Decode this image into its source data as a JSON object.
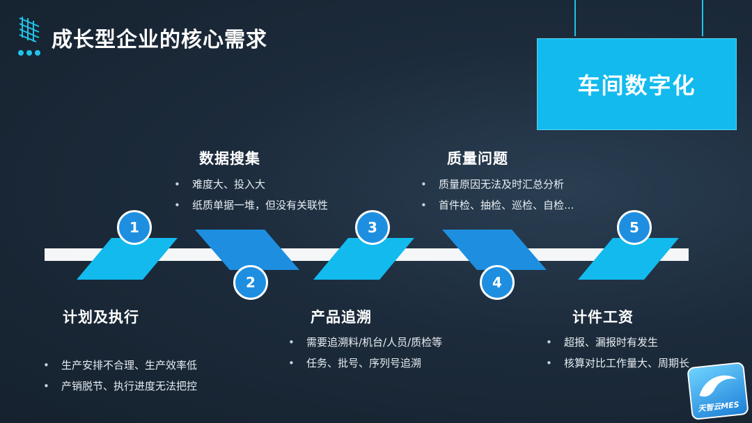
{
  "header": {
    "title": "成长型企业的核心需求"
  },
  "badge": {
    "label": "车间数字化"
  },
  "steps": [
    {
      "num": "1",
      "title": "计划及执行",
      "points": [
        "生产安排不合理、生产效率低",
        "产销脱节、执行进度无法把控"
      ]
    },
    {
      "num": "2",
      "title": "数据搜集",
      "points": [
        "难度大、投入大",
        "纸质单据一堆，但没有关联性"
      ]
    },
    {
      "num": "3",
      "title": "产品追溯",
      "points": [
        "需要追溯料/机台/人员/质检等",
        "任务、批号、序列号追溯"
      ]
    },
    {
      "num": "4",
      "title": "质量问题",
      "points": [
        "质量原因无法及时汇总分析",
        "首件检、抽检、巡检、自检..."
      ]
    },
    {
      "num": "5",
      "title": "计件工资",
      "points": [
        "超报、漏报时有发生",
        "核算对比工作量大、周期长"
      ]
    }
  ],
  "logo": {
    "text": "天智云MES"
  },
  "colors": {
    "accent": "#12baee",
    "dark_blue": "#1e8fe0",
    "bg": "#1c2b3b"
  }
}
